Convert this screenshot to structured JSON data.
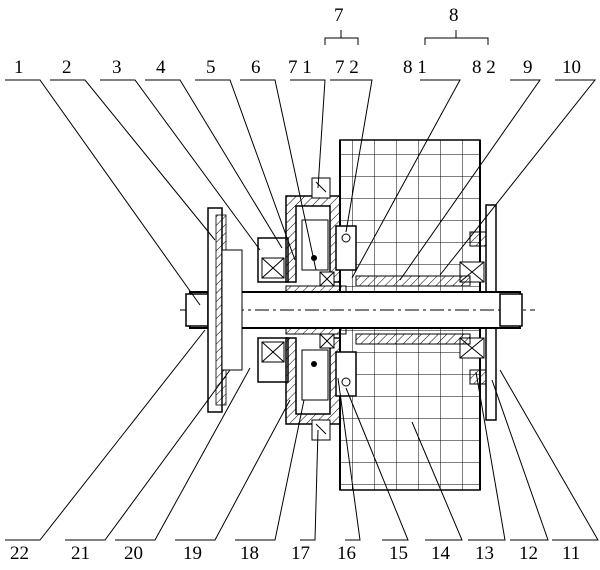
{
  "group_labels": [
    "7",
    "8"
  ],
  "top_labels": [
    "1",
    "2",
    "3",
    "4",
    "5",
    "6",
    "7 1",
    "7 2",
    "8 1",
    "8 2",
    "9",
    "10"
  ],
  "bottom_labels": [
    "22",
    "21",
    "20",
    "19",
    "18",
    "17",
    "16",
    "15",
    "14",
    "13",
    "12",
    "11"
  ]
}
